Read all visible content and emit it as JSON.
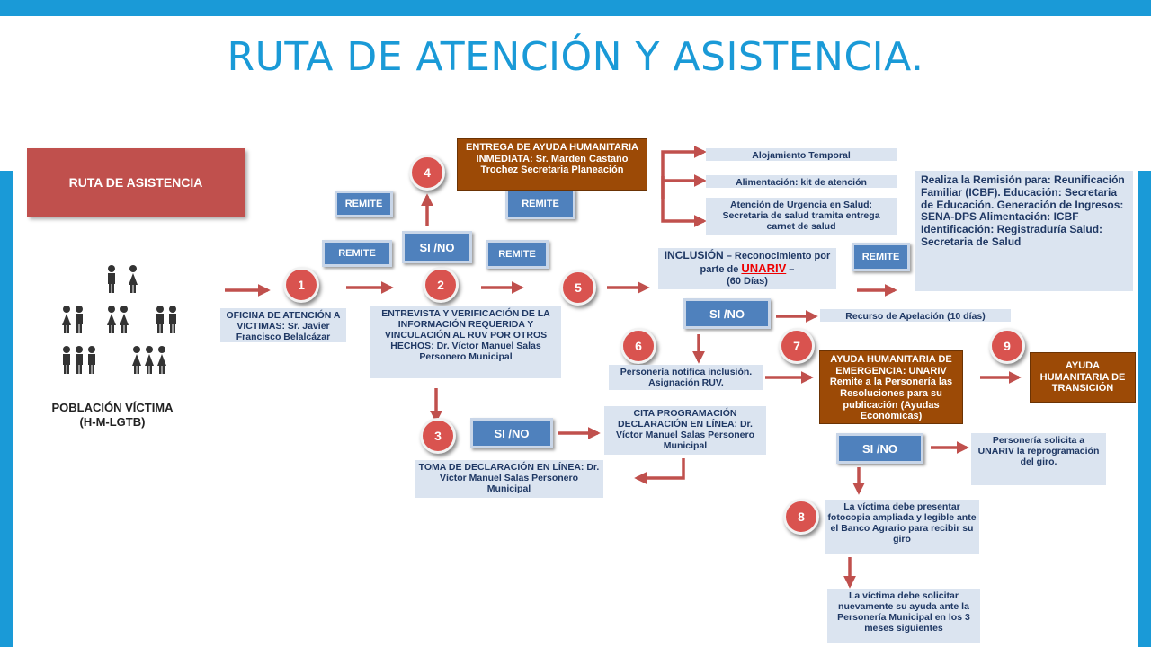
{
  "title": "RUTA DE ATENCIÓN  Y ASISTENCIA.",
  "colors": {
    "accent": "#1a9ad7",
    "brown": "#9c4a06",
    "button": "#4f81bd",
    "circle": "#d9534f",
    "label_bg": "#dbe4f0"
  },
  "diagram": {
    "ruta_asistencia": "RUTA DE ASISTENCIA",
    "poblacion_line1": "POBLACIÓN VÍCTIMA",
    "poblacion_line2": "(H-M-LGTB)",
    "oficina": "OFICINA DE ATENCIÓN A VICTIMAS: Sr. Javier Francisco Belalcázar",
    "entrevista": "ENTREVISTA Y VERIFICACIÓN DE LA INFORMACIÓN REQUERIDA Y VINCULACIÓN AL RUV POR OTROS HECHOS: Dr. Víctor Manuel Salas Personero Municipal",
    "toma": "TOMA DE DECLARACIÓN EN LÍNEA: Dr. Víctor Manuel Salas Personero Municipal",
    "cita": "CITA PROGRAMACIÓN DECLARACIÓN EN LÍNEA: Dr. Víctor Manuel Salas Personero Municipal",
    "entrega": "ENTREGA DE AYUDA HUMANITARIA INMEDIATA: Sr. Marden Castaño Trochez Secretaria Planeación",
    "alojamiento": "Alojamiento Temporal",
    "alimentacion": "Alimentación: kit de atención",
    "urgencia": "Atención de Urgencia en Salud: Secretaria de salud tramita entrega carnet de salud",
    "inclusion_head": "INCLUSIÓN",
    "inclusion_mid": " – Reconocimiento por parte de ",
    "inclusion_link": "UNARIV",
    "inclusion_tail": " –",
    "inclusion_days": "(60 Días)",
    "remision": "Realiza la Remisión para: Reunificación Familiar (ICBF). Educación: Secretaria de Educación. Generación de Ingresos: SENA-DPS Alimentación: ICBF Identificación: Registraduría Salud: Secretaria de Salud",
    "recurso": "Recurso de Apelación (10 días)",
    "personeria_notifica": "Personería notifica inclusión.  Asignación  RUV.",
    "ayuda_emergencia": "AYUDA HUMANITARIA DE EMERGENCIA: UNARIV Remite a la Personería las Resoluciones para su publicación  (Ayudas Económicas)",
    "ayuda_transicion": "AYUDA HUMANITARIA DE TRANSICIÓN",
    "personeria_solicita": "Personería solicita a UNARIV la reprogramación del giro.",
    "victima_presentar": "La víctima debe presentar fotocopia ampliada y legible ante el Banco Agrario para recibir su giro",
    "victima_solicitar": "La víctima debe solicitar nuevamente su ayuda ante la Personería Municipal en los  3 meses siguientes",
    "remite": "REMITE",
    "sino": "SI /NO",
    "steps": [
      "1",
      "2",
      "3",
      "4",
      "5",
      "6",
      "7",
      "8",
      "9"
    ]
  }
}
